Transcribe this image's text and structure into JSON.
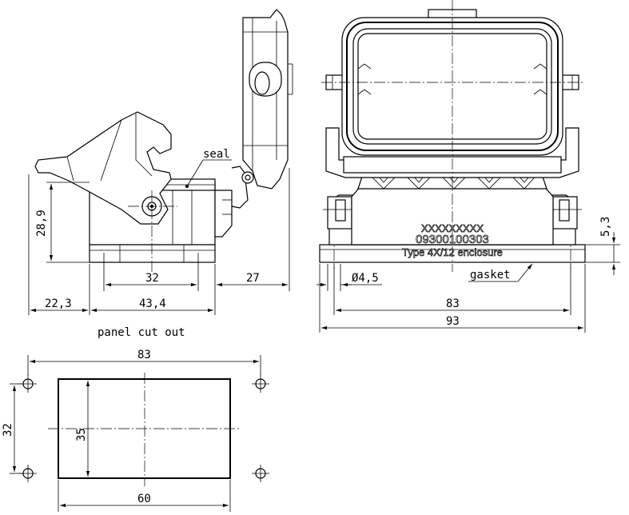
{
  "labels": {
    "seal": "seal",
    "gasket": "gasket",
    "panel_cut_out": "panel cut out"
  },
  "marking": {
    "line1": "XXXXXXXXX",
    "line2": "09300100303",
    "line3": "Type 4X/12 enclosure"
  },
  "dims": {
    "side_height": "28,9",
    "side_32": "32",
    "side_27": "27",
    "side_22_3": "22,3",
    "side_43_4": "43,4",
    "front_5_3": "5,3",
    "front_hole": "Ø4,5",
    "front_83": "83",
    "front_93": "93",
    "cut_83": "83",
    "cut_32": "32",
    "cut_35": "35",
    "cut_60": "60"
  }
}
